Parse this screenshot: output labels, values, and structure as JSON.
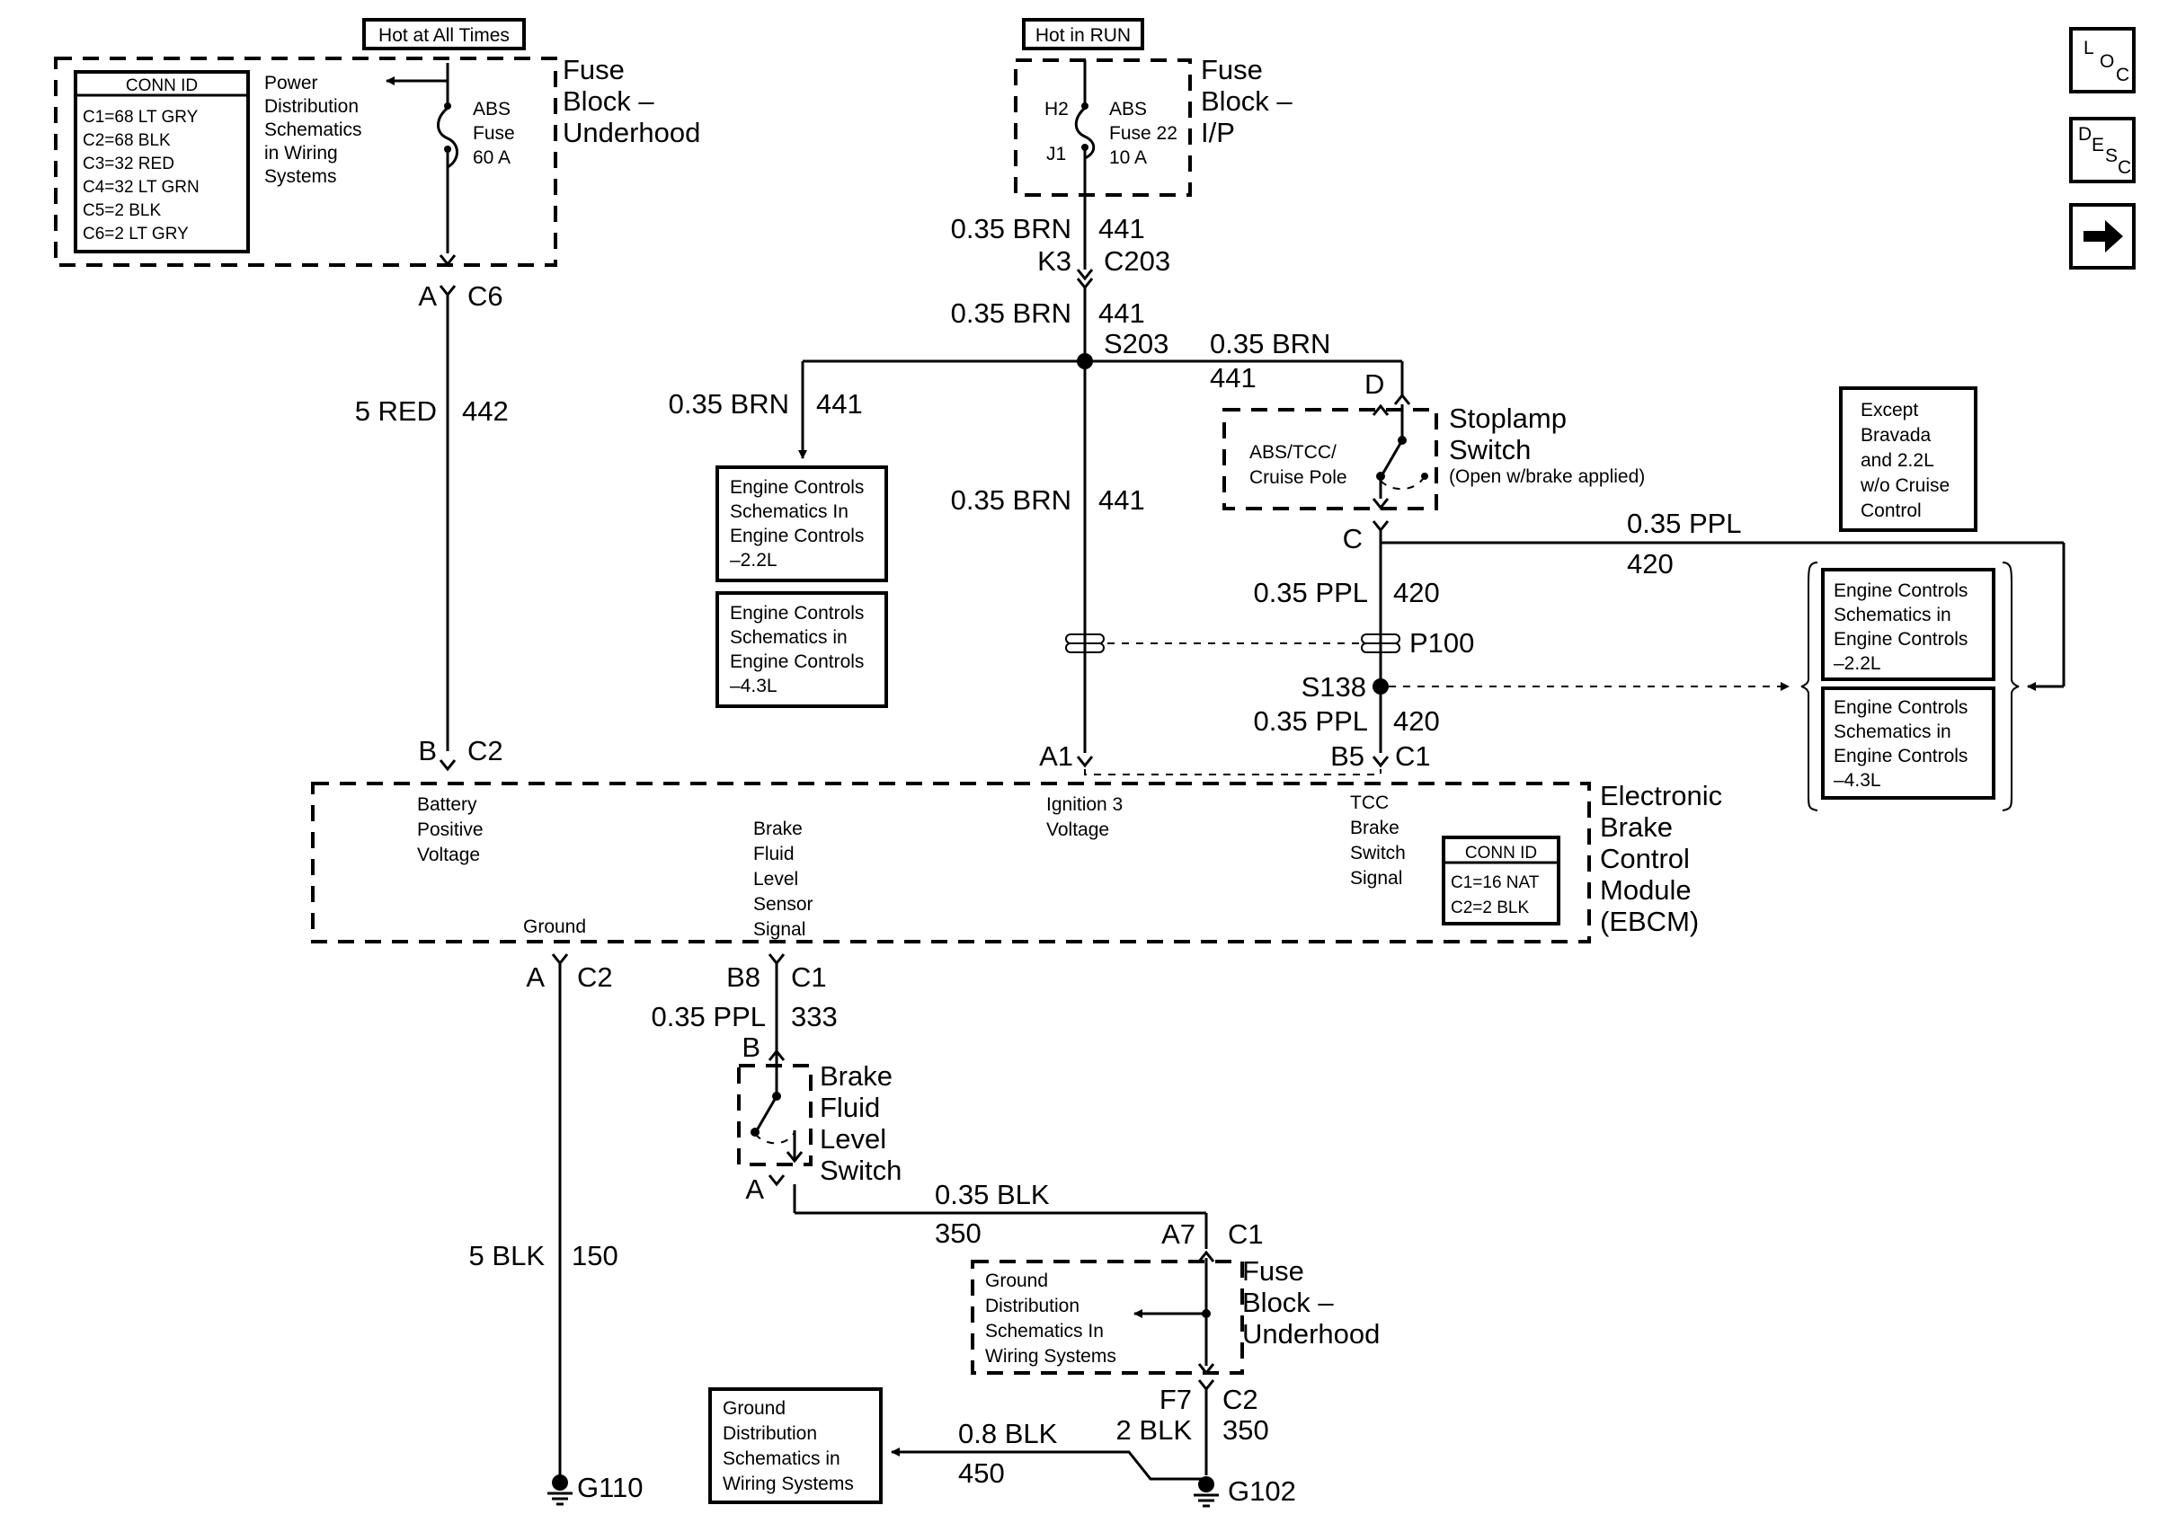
{
  "top_labels": {
    "hot_at_all_times": "Hot at All Times",
    "hot_in_run": "Hot in RUN"
  },
  "nav_icons": {
    "loc_l": "L",
    "loc_o": "O",
    "loc_c": "C",
    "desc_d": "D",
    "desc_e": "E",
    "desc_s": "S",
    "desc_c": "C"
  },
  "fuse_block_underhood": {
    "title": [
      "Fuse",
      "Block –",
      "Underhood"
    ],
    "conn_id_title": "CONN ID",
    "conn_ids": [
      "C1=68 LT GRY",
      "C2=68 BLK",
      "C3=32 RED",
      "C4=32 LT GRN",
      "C5=2 BLK",
      "C6=2 LT GRY"
    ],
    "power_dist": [
      "Power",
      "Distribution",
      "Schematics",
      "in Wiring",
      "Systems"
    ],
    "fuse_label": [
      "ABS",
      "Fuse",
      "60 A"
    ]
  },
  "fuse_block_ip": {
    "title": [
      "Fuse",
      "Block –",
      "I/P"
    ],
    "pin_h2": "H2",
    "pin_j1": "J1",
    "fuse_label": [
      "ABS",
      "Fuse 22",
      "10 A"
    ]
  },
  "wires": {
    "w442": {
      "gauge": "5 RED",
      "circuit": "442"
    },
    "brn_k3": {
      "gauge": "0.35 BRN",
      "circuit": "441"
    },
    "brn_s203": {
      "gauge": "0.35 BRN",
      "circuit": "441"
    },
    "brn_right": {
      "gauge": "0.35 BRN",
      "circuit": "441"
    },
    "brn_left": {
      "gauge": "0.35 BRN",
      "circuit": "441"
    },
    "brn_mid": {
      "gauge": "0.35 BRN",
      "circuit": "441"
    },
    "ppl_right": {
      "gauge": "0.35 PPL",
      "circuit": "420"
    },
    "ppl_down": {
      "gauge": "0.35 PPL",
      "circuit": "420"
    },
    "ppl_s138": {
      "gauge": "0.35 PPL",
      "circuit": "420"
    },
    "ppl_333": {
      "gauge": "0.35 PPL",
      "circuit": "333"
    },
    "blk_150": {
      "gauge": "5 BLK",
      "circuit": "150"
    },
    "blk_350": {
      "gauge": "0.35 BLK",
      "circuit": "350"
    },
    "blk_450": {
      "gauge": "0.8 BLK",
      "circuit": "450"
    },
    "blk_2": {
      "gauge": "2 BLK",
      "circuit": "350"
    }
  },
  "connectors": {
    "a_c6": [
      "A",
      "C6"
    ],
    "b_c2": [
      "B",
      "C2"
    ],
    "k3_c203": [
      "K3",
      "C203"
    ],
    "s203": "S203",
    "d": "D",
    "c": "C",
    "p100": "P100",
    "s138": "S138",
    "a1": "A1",
    "b5_c1": [
      "B5",
      "C1"
    ],
    "a_c2": [
      "A",
      "C2"
    ],
    "b8_c1": [
      "B8",
      "C1"
    ],
    "b": "B",
    "a": "A",
    "a7_c1": [
      "A7",
      "C1"
    ],
    "f7_c2": [
      "F7",
      "C2"
    ],
    "g110": "G110",
    "g102": "G102"
  },
  "stoplamp": {
    "title": [
      "Stoplamp",
      "Switch"
    ],
    "note": "(Open w/brake applied)",
    "pole": [
      "ABS/TCC/",
      "Cruise Pole"
    ]
  },
  "except_box": [
    "Except",
    "Bravada",
    "and 2.2L",
    "w/o Cruise",
    "Control"
  ],
  "engine_boxes": {
    "left_22": [
      "Engine Controls",
      "Schematics In",
      "Engine Controls",
      "–2.2L"
    ],
    "left_43": [
      "Engine Controls",
      "Schematics in",
      "Engine Controls",
      "–4.3L"
    ],
    "right_22": [
      "Engine Controls",
      "Schematics in",
      "Engine Controls",
      "–2.2L"
    ],
    "right_43": [
      "Engine Controls",
      "Schematics in",
      "Engine Controls",
      "–4.3L"
    ]
  },
  "ebcm": {
    "title": [
      "Electronic",
      "Brake",
      "Control",
      "Module",
      "(EBCM)"
    ],
    "battery": [
      "Battery",
      "Positive",
      "Voltage"
    ],
    "brake_fluid": [
      "Brake",
      "Fluid",
      "Level",
      "Sensor",
      "Signal"
    ],
    "ignition": [
      "Ignition 3",
      "Voltage"
    ],
    "tcc": [
      "TCC",
      "Brake",
      "Switch",
      "Signal"
    ],
    "ground": "Ground",
    "conn_id_title": "CONN ID",
    "conn_ids": [
      "C1=16 NAT",
      "C2=2 BLK"
    ]
  },
  "brake_fluid_switch": {
    "title": [
      "Brake",
      "Fluid",
      "Level",
      "Switch"
    ]
  },
  "fuse_block_underhood_2": {
    "title": [
      "Fuse",
      "Block –",
      "Underhood"
    ],
    "ground_dist": [
      "Ground",
      "Distribution",
      "Schematics In",
      "Wiring Systems"
    ]
  },
  "ground_dist_box": [
    "Ground",
    "Distribution",
    "Schematics in",
    "Wiring Systems"
  ]
}
